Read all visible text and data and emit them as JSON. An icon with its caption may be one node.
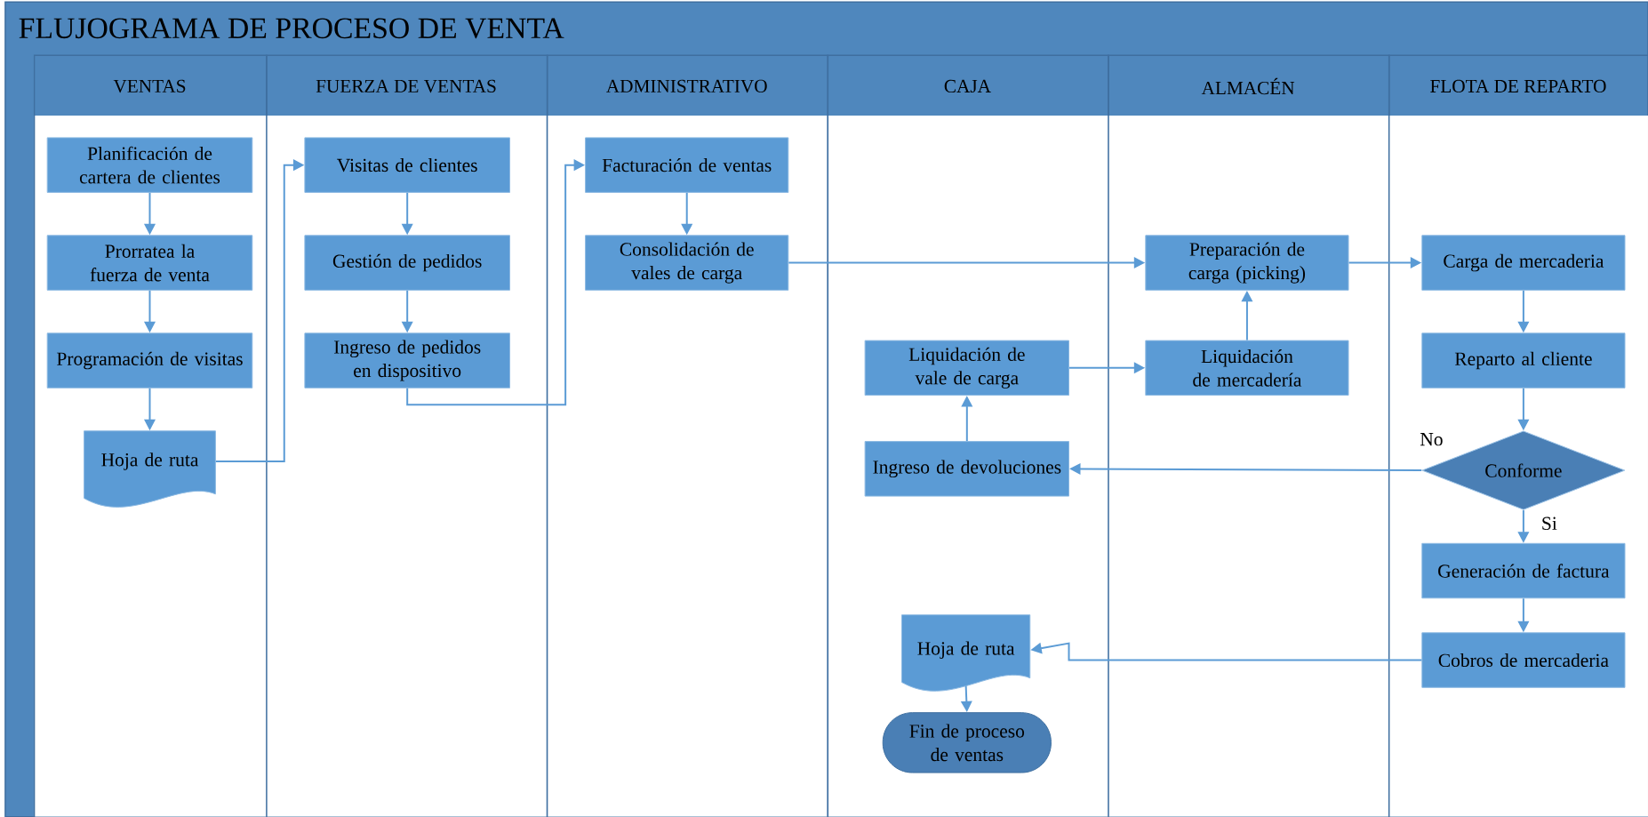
{
  "diagram": {
    "title": "FLUJOGRAMA DE PROCESO DE VENTA",
    "nodes": [
      {
        "text": [
          "VENTAS"
        ]
      },
      {
        "text": [
          "FUERZA DE VENTAS"
        ]
      },
      {
        "text": [
          "ADMINISTRATIVO"
        ]
      },
      {
        "text": [
          "CAJA"
        ]
      },
      {
        "text": [
          "ALMACÉN"
        ]
      },
      {
        "text": [
          "FLOTA DE REPARTO"
        ]
      },
      {
        "text": [
          "Planificación de cartera de clientes"
        ],
        "in": 0
      },
      {
        "text": [
          "Prorratea la fuerza de venta"
        ],
        "in": 0
      },
      {
        "text": [
          "Programación de visitas"
        ],
        "in": 0
      },
      {
        "text": [
          "Hoja de ruta"
        ],
        "in": 0
      },
      {
        "text": [
          "Visitas de clientes"
        ],
        "in": 1
      },
      {
        "text": [
          "Gestión de pedidos"
        ],
        "in": 1
      },
      {
        "text": [
          "Ingreso de pedidos en dispositivo"
        ],
        "in": 1
      },
      {
        "text": [
          "Facturación de ventas"
        ],
        "in": 2
      },
      {
        "text": [
          "Consolidación de vales de carga"
        ],
        "in": 2
      },
      {
        "text": [
          "Liquidación de vale de carga"
        ],
        "in": 3
      },
      {
        "text": [
          "Ingreso de devoluciones"
        ],
        "in": 3
      },
      {
        "text": [
          "Hoja de ruta"
        ],
        "in": 3
      },
      {
        "text": [
          "Fin de proceso de ventas"
        ],
        "in": 3
      },
      {
        "text": [
          "Preparación de carga (picking)"
        ],
        "in": 4
      },
      {
        "text": [
          "Liquidación de mercadería"
        ],
        "in": 4
      },
      {
        "text": [
          "Carga de mercaderia"
        ],
        "in": 5
      },
      {
        "text": [
          "Reparto al cliente"
        ],
        "in": 5
      },
      {
        "text": [
          "Conforme"
        ],
        "in": 5
      },
      {
        "text": [
          "Generación de factura"
        ],
        "in": 5
      },
      {
        "text": [
          "Cobros de mercaderia"
        ],
        "in": 5
      }
    ],
    "edges": [
      {
        "from": 6,
        "to": 7,
        "arrow": "to"
      },
      {
        "from": 7,
        "to": 8,
        "arrow": "to"
      },
      {
        "from": 8,
        "to": 9,
        "arrow": "to"
      },
      {
        "from": 9,
        "to": 10,
        "arrow": "to"
      },
      {
        "from": 10,
        "to": 11,
        "arrow": "to"
      },
      {
        "from": 11,
        "to": 12,
        "arrow": "to"
      },
      {
        "from": 12,
        "to": 13,
        "arrow": "to"
      },
      {
        "from": 13,
        "to": 14,
        "arrow": "to"
      },
      {
        "from": 14,
        "to": 19,
        "arrow": "to"
      },
      {
        "from": 19,
        "to": 21,
        "arrow": "to"
      },
      {
        "from": 21,
        "to": 22,
        "arrow": "to"
      },
      {
        "from": 22,
        "to": 23,
        "arrow": "to"
      },
      {
        "from": 23,
        "to": 16,
        "arrow": "to",
        "label": "No"
      },
      {
        "from": 23,
        "to": 24,
        "arrow": "to",
        "label": "Si"
      },
      {
        "from": 24,
        "to": 25,
        "arrow": "to"
      },
      {
        "from": 25,
        "to": 17,
        "arrow": "to"
      },
      {
        "from": 17,
        "to": 18,
        "arrow": "to"
      },
      {
        "from": 16,
        "to": 15,
        "arrow": "to"
      },
      {
        "from": 15,
        "to": 20,
        "arrow": "to"
      },
      {
        "from": 20,
        "to": 19,
        "arrow": "to"
      }
    ]
  }
}
